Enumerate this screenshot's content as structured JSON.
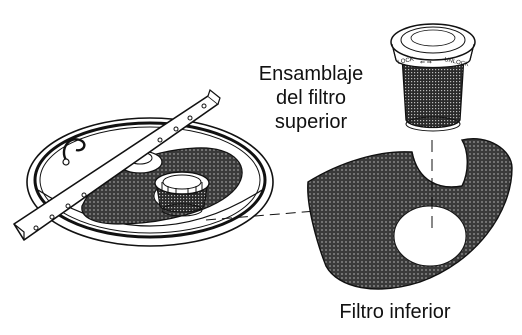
{
  "labels": {
    "upper_filter": [
      "Ensamblaje",
      "del filtro",
      "superior"
    ],
    "lower_filter": "Filtro inferior"
  },
  "cup_markings": {
    "lock": "LOCK",
    "unlock": "UNLOCK",
    "arrows": "⇐ ⇒"
  },
  "colors": {
    "line": "#111111",
    "mesh": "#3a3a3a",
    "mesh_dot": "#9a9a9a",
    "background": "#ffffff"
  }
}
